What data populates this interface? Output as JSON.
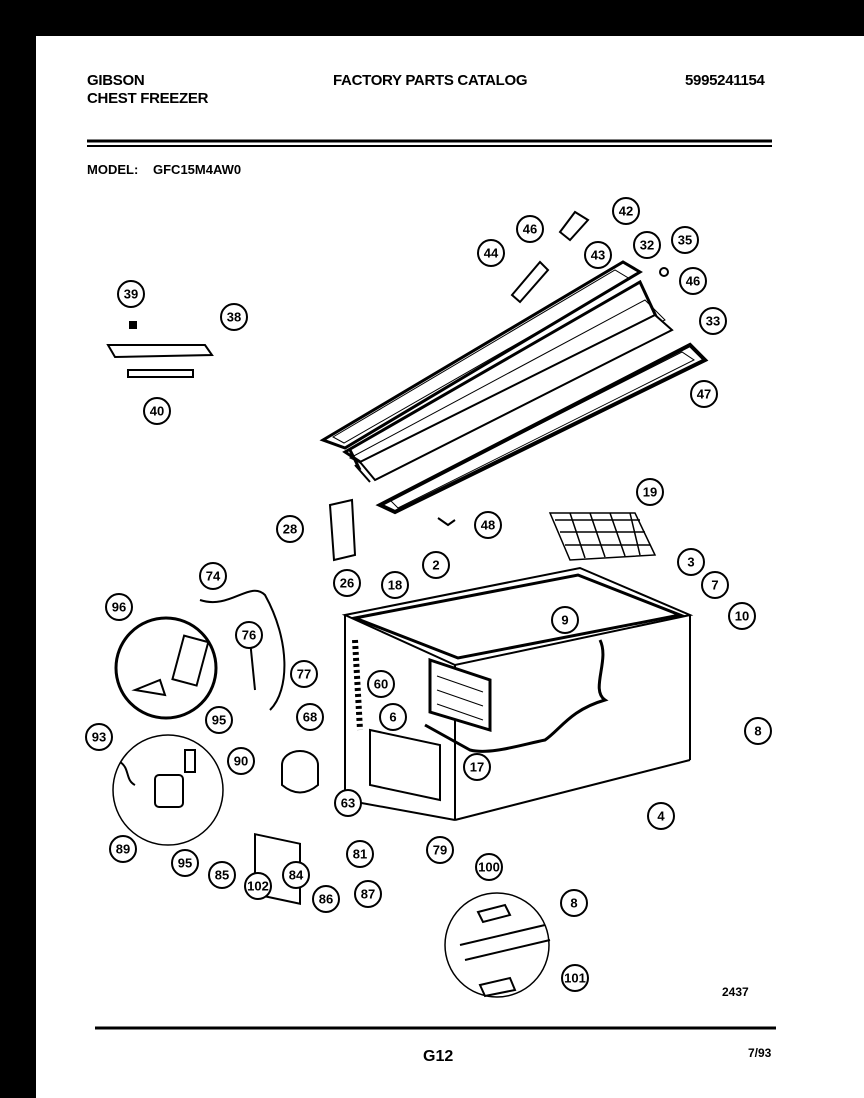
{
  "header": {
    "brand": "GIBSON",
    "product": "CHEST FREEZER",
    "title": "FACTORY PARTS CATALOG",
    "doc_number": "5995241154",
    "model_label": "MODEL:",
    "model_value": "GFC15M4AW0"
  },
  "footer": {
    "page": "G12",
    "date": "7/93",
    "figure_number": "2437"
  },
  "callouts": [
    "42",
    "46",
    "44",
    "43",
    "32",
    "35",
    "46",
    "33",
    "39",
    "38",
    "47",
    "40",
    "19",
    "28",
    "48",
    "26",
    "74",
    "18",
    "2",
    "3",
    "7",
    "96",
    "9",
    "10",
    "76",
    "77",
    "68",
    "60",
    "6",
    "93",
    "95",
    "8",
    "90",
    "17",
    "4",
    "89",
    "63",
    "81",
    "79",
    "85",
    "95",
    "102",
    "84",
    "86",
    "87",
    "100",
    "8",
    "101"
  ]
}
